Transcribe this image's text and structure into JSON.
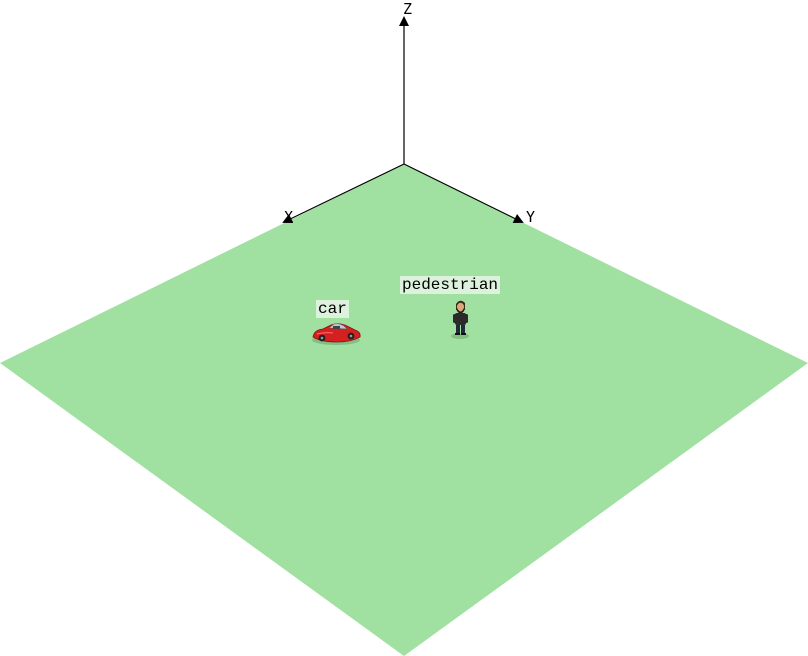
{
  "scene": {
    "ground_color": "#a0e0a0",
    "axes": {
      "x_label": "X",
      "y_label": "Y",
      "z_label": "Z"
    },
    "objects": [
      {
        "label": "car",
        "icon": "red-car-icon",
        "color": "#d02020"
      },
      {
        "label": "pedestrian",
        "icon": "pedestrian-icon"
      }
    ]
  }
}
